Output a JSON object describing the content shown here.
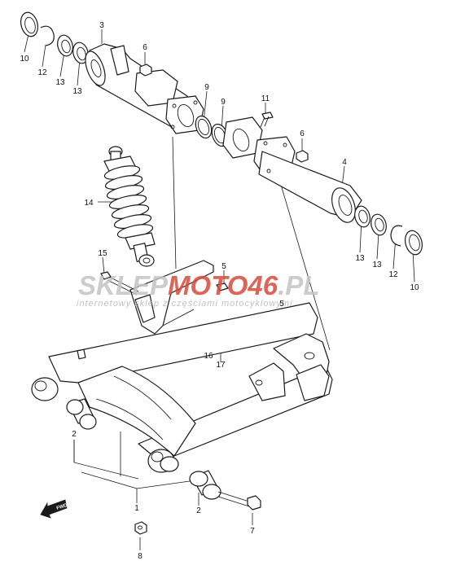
{
  "diagram": {
    "callouts": [
      {
        "id": "c10a",
        "label": "10"
      },
      {
        "id": "c12a",
        "label": "12"
      },
      {
        "id": "c13a",
        "label": "13"
      },
      {
        "id": "c13b",
        "label": "13"
      },
      {
        "id": "c3",
        "label": "3"
      },
      {
        "id": "c6a",
        "label": "6"
      },
      {
        "id": "c9a",
        "label": "9"
      },
      {
        "id": "c9b",
        "label": "9"
      },
      {
        "id": "c11",
        "label": "11"
      },
      {
        "id": "c6b",
        "label": "6"
      },
      {
        "id": "c4",
        "label": "4"
      },
      {
        "id": "c13c",
        "label": "13"
      },
      {
        "id": "c13d",
        "label": "13"
      },
      {
        "id": "c12b",
        "label": "12"
      },
      {
        "id": "c10b",
        "label": "10"
      },
      {
        "id": "c14",
        "label": "14"
      },
      {
        "id": "c15",
        "label": "15"
      },
      {
        "id": "c5a",
        "label": "5"
      },
      {
        "id": "c5b",
        "label": "5"
      },
      {
        "id": "c16",
        "label": "16"
      },
      {
        "id": "c17",
        "label": "17"
      },
      {
        "id": "c2a",
        "label": "2"
      },
      {
        "id": "c1",
        "label": "1"
      },
      {
        "id": "c2b",
        "label": "2"
      },
      {
        "id": "c7",
        "label": "7"
      },
      {
        "id": "c8",
        "label": "8"
      }
    ],
    "fwd_label": "FWD"
  },
  "watermark": {
    "part1": "SKLEP",
    "part2": "MOTO",
    "part3": "46",
    "part4": ".PL",
    "subtitle": "internetowy sklep z częściami motocyklowymi",
    "color_gray": "#c4c4c4",
    "color_red": "#d94a3a"
  }
}
